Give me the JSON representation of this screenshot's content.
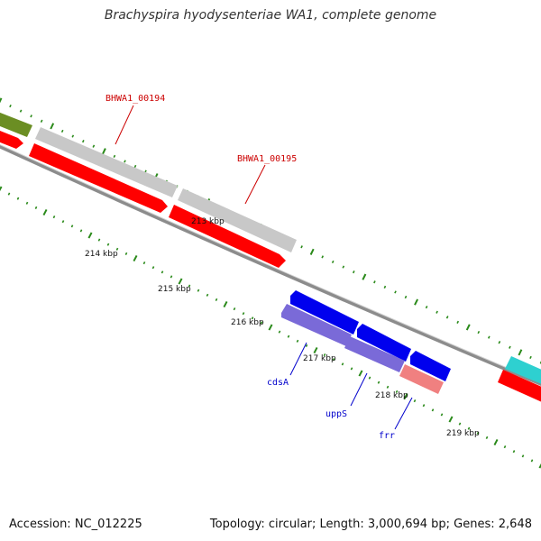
{
  "title": "Brachyspira hyodysenteriae WA1, complete genome",
  "footer": {
    "accession": "Accession: NC_012225",
    "summary": "Topology: circular; Length: 3,000,694 bp; Genes: 2,648"
  },
  "colors": {
    "tick": "#2a8a1a",
    "backbone": "#8c8c8c",
    "cds_red": "#ff0000",
    "gene_gray": "#c8c8c8",
    "gene_blue": "#0000ee",
    "gene_purple": "#7a6ad8",
    "gene_pink": "#f08080",
    "gene_olive": "#6b8e23",
    "gene_cyan": "#2ed0d0",
    "label_red": "#cc0000",
    "label_blue": "#0000cc"
  },
  "scale": {
    "unit": "kbp",
    "ticks": [
      {
        "kbp": 213,
        "label": "213 kbp"
      },
      {
        "kbp": 214,
        "label": "214 kbp"
      },
      {
        "kbp": 215,
        "label": "215 kbp"
      },
      {
        "kbp": 216,
        "label": "216 kbp"
      },
      {
        "kbp": 217,
        "label": "217 kbp"
      },
      {
        "kbp": 218,
        "label": "218 kbp"
      },
      {
        "kbp": 219,
        "label": "219 kbp"
      }
    ]
  },
  "gene_labels": [
    {
      "id": "bhwa1-00194",
      "text": "BHWA1_00194",
      "color": "label_red"
    },
    {
      "id": "bhwa1-00195",
      "text": "BHWA1_00195",
      "color": "label_red"
    },
    {
      "id": "cdsa",
      "text": "cdsA",
      "color": "label_blue"
    },
    {
      "id": "upps",
      "text": "uppS",
      "color": "label_blue"
    },
    {
      "id": "frr",
      "text": "frr",
      "color": "label_blue"
    }
  ]
}
